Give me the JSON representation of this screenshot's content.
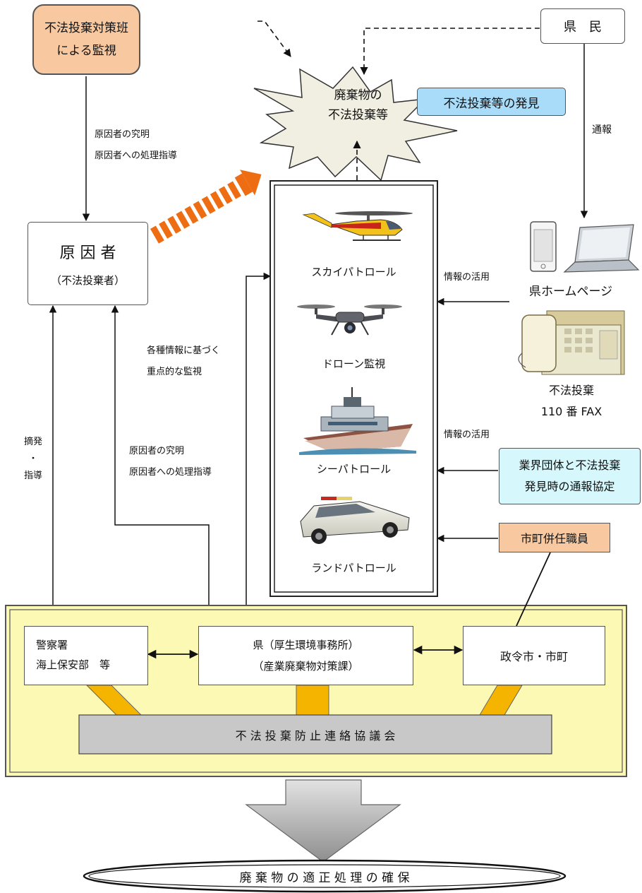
{
  "top_left_box": {
    "line1": "不法投棄対策班",
    "line2": "による監視"
  },
  "kenmin_box": "県　民",
  "burst_line1": "廃棄物の",
  "burst_line2": "不法投棄等",
  "discovery_box": "不法投棄等の発見",
  "tsuho_label": "通報",
  "cause_labels": {
    "line1": "原因者の究明",
    "line2": "原因者への処理指導"
  },
  "culprit_box": {
    "title": "原 因 者",
    "subtitle": "（不法投棄者）"
  },
  "patrols": {
    "sky": "スカイパトロール",
    "drone": "ドローン監視",
    "sea": "シーパトロール",
    "land": "ランドパトロール"
  },
  "info_use_1": "情報の活用",
  "info_use_2": "情報の活用",
  "homepage_label": "県ホームページ",
  "fax_label": {
    "line1": "不法投棄",
    "line2": "110 番 FAX"
  },
  "focus_labels": {
    "line1": "各種情報に基づく",
    "line2": "重点的な監視"
  },
  "cause_labels_2": {
    "line1": "原因者の究明",
    "line2": "原因者への処理指導"
  },
  "tekihatsu_label": {
    "line1": "摘発",
    "line2": "・",
    "line3": "指導"
  },
  "industry_box": {
    "line1": "業界団体と不法投棄",
    "line2": "発見時の通報協定"
  },
  "city_staff_box": "市町併任職員",
  "police_box": {
    "line1": "警察署",
    "line2": "海上保安部　等"
  },
  "pref_box": {
    "line1": "県（厚生環境事務所）",
    "line2": "（産業廃棄物対策課）"
  },
  "city_box": "政令市・市町",
  "council_bar": "不 法 投 棄 防 止 連 絡 協 議 会",
  "final_oval": "廃 棄 物 の 適 正 処 理 の 確 保",
  "colors": {
    "orange_box": "#f8c9a0",
    "blue_box": "#a9dcf8",
    "light_cyan_box": "#d6f7fb",
    "yellow_area": "#fcf9b4",
    "council_gray": "#c8c8c8",
    "connector_orange": "#f4b400",
    "hatched_arrow": "#ee6d12"
  },
  "icons": [
    "helicopter-icon",
    "drone-icon",
    "ship-icon",
    "police-car-icon",
    "smartphone-icon",
    "laptop-icon",
    "fax-machine-icon"
  ]
}
